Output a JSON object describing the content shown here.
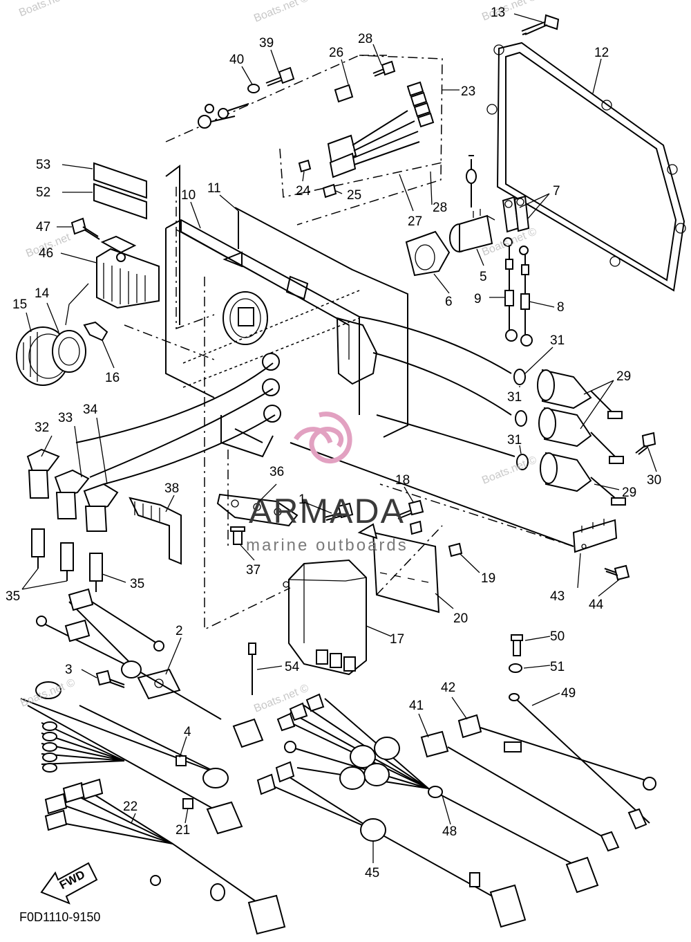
{
  "diagram": {
    "figure_code": "F0D1110-9150",
    "direction_label": "FWD",
    "callouts": [
      "13",
      "12",
      "39",
      "28",
      "26",
      "40",
      "23",
      "53",
      "52",
      "24",
      "25",
      "28",
      "27",
      "7",
      "47",
      "10",
      "11",
      "46",
      "5",
      "6",
      "15",
      "14",
      "9",
      "8",
      "16",
      "31",
      "29",
      "31",
      "32",
      "33",
      "34",
      "31",
      "30",
      "36",
      "18",
      "38",
      "1",
      "29",
      "37",
      "19",
      "43",
      "44",
      "35",
      "35",
      "20",
      "2",
      "17",
      "50",
      "54",
      "3",
      "51",
      "49",
      "42",
      "41",
      "4",
      "22",
      "21",
      "48",
      "45"
    ],
    "watermarks": [
      "Boats.net",
      "Boats.net ©",
      "Boats.net ©",
      "Boats.net",
      "Boats.net ©",
      "Boats.net ©",
      "Boats.net ©",
      "Boats.net ©"
    ],
    "brand": {
      "name": "ARMADA",
      "tagline": "marine outboards",
      "accent_color": "#e2a1c1"
    }
  }
}
